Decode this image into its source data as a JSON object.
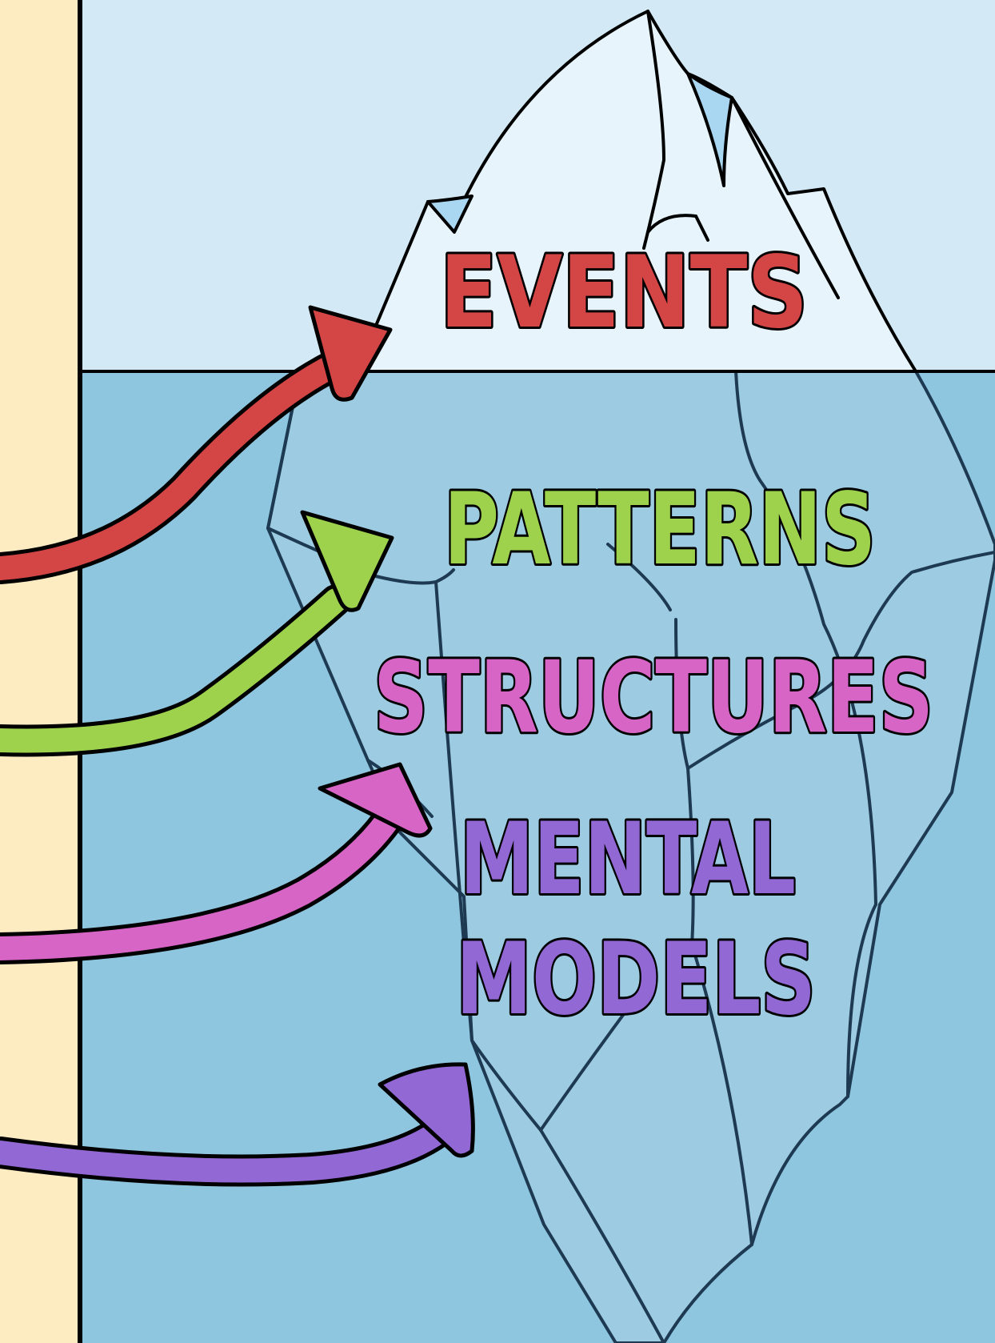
{
  "colors": {
    "sky": "#d3eaf6",
    "water": "#8ec5df",
    "ice_above": "#e7f4fb",
    "ice_below": "#9dcbe2",
    "ice_shadow": "#a9d6f0",
    "left_strip": "#fdebc1",
    "outline": "#000000",
    "underwater_line": "#1d3a52",
    "events": "#d44545",
    "patterns": "#9ed24d",
    "structures": "#d765c6",
    "mental_models": "#9168d4"
  },
  "layers": [
    {
      "id": "events",
      "label": "EVENTS"
    },
    {
      "id": "patterns",
      "label": "PATTERNS"
    },
    {
      "id": "structures",
      "label": "STRUCTURES"
    },
    {
      "id": "mental_models",
      "label_line1": "MENTAL",
      "label_line2": "MODELS"
    }
  ]
}
